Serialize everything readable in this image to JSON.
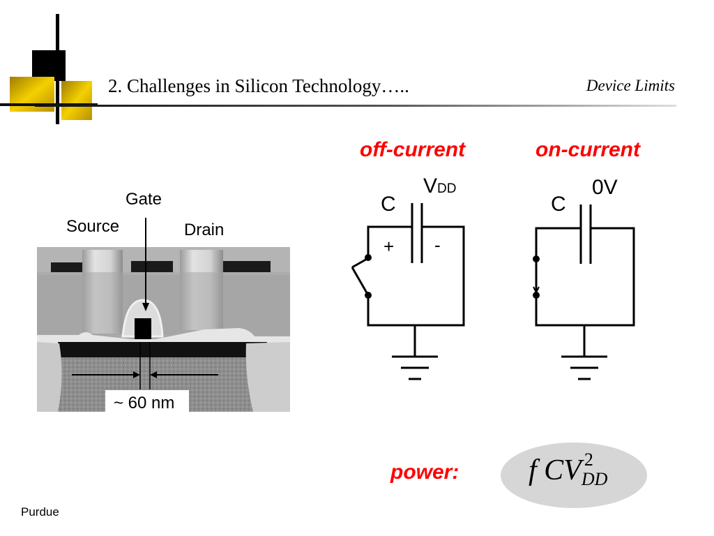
{
  "slide": {
    "title": "2.  Challenges in Silicon Technology…..",
    "section": "Device Limits",
    "footer": "Purdue"
  },
  "micrograph": {
    "gate_label": "Gate",
    "source_label": "Source",
    "drain_label": "Drain",
    "scale_label": "~ 60 nm"
  },
  "off_circuit": {
    "heading": "off-current",
    "capacitor_label": "C",
    "voltage_main": "V",
    "voltage_sub": "DD",
    "plus_label": "+",
    "minus_label": "-"
  },
  "on_circuit": {
    "heading": "on-current",
    "capacitor_label": "C",
    "voltage_label": "0V"
  },
  "power": {
    "label": "power:",
    "formula_f": "f",
    "formula_cv": "CV",
    "formula_exp": "2",
    "formula_sub": "DD"
  },
  "colors": {
    "accent_gold": "#c8a200",
    "accent_red": "#ff0000",
    "formula_bg": "#d6d6d6"
  }
}
